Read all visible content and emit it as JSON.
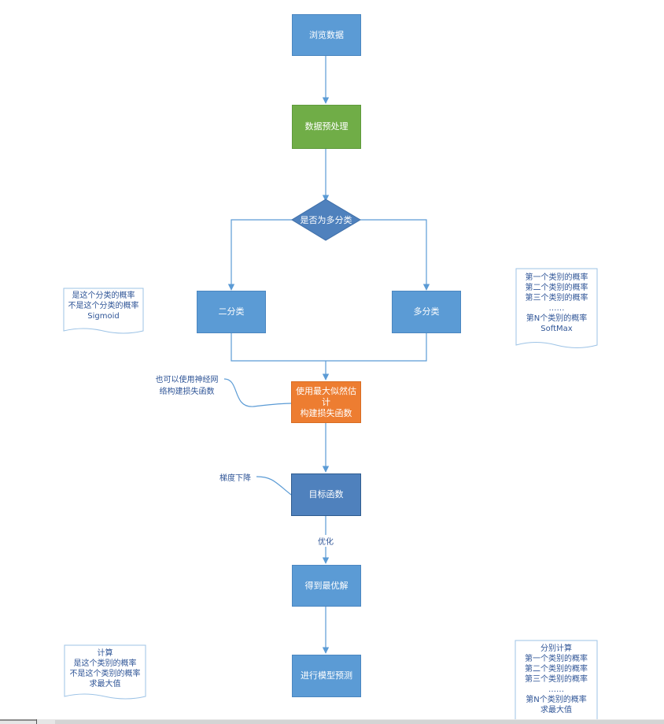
{
  "nodes": {
    "browse_data": "浏览数据",
    "preprocess": "数据预处理",
    "is_multiclass": "是否为多分类",
    "binary": "二分类",
    "multiclass": "多分类",
    "mle": [
      "使用最大似然估计",
      "构建损失函数"
    ],
    "objective": "目标函数",
    "optimal_solution": "得到最优解",
    "predict": "进行模型预测"
  },
  "edge_labels": {
    "optimize": "优化"
  },
  "annotations": {
    "neural_net": [
      "也可以使用神经网",
      "络构建损失函数"
    ],
    "gradient_descent": "梯度下降"
  },
  "notes": {
    "binary_top": [
      "是这个分类的概率",
      "不是这个分类的概率",
      "Sigmoid"
    ],
    "multi_top": [
      "第一个类别的概率",
      "第二个类别的概率",
      "第三个类别的概率",
      "……",
      "第N个类别的概率",
      "SoftMax"
    ],
    "binary_bottom": [
      "计算",
      "是这个类别的概率",
      "不是这个类别的概率",
      "求最大值"
    ],
    "multi_bottom": [
      "分别计算",
      "第一个类别的概率",
      "第二个类别的概率",
      "第三个类别的概率",
      "……",
      "第N个类别的概率",
      "求最大值"
    ]
  },
  "colors": {
    "blue": "#5b9bd5",
    "green": "#70ad47",
    "orange": "#ed7d31",
    "dark_blue": "#4f81bd",
    "connector": "#5b9bd5",
    "note_text": "#2f5597"
  }
}
